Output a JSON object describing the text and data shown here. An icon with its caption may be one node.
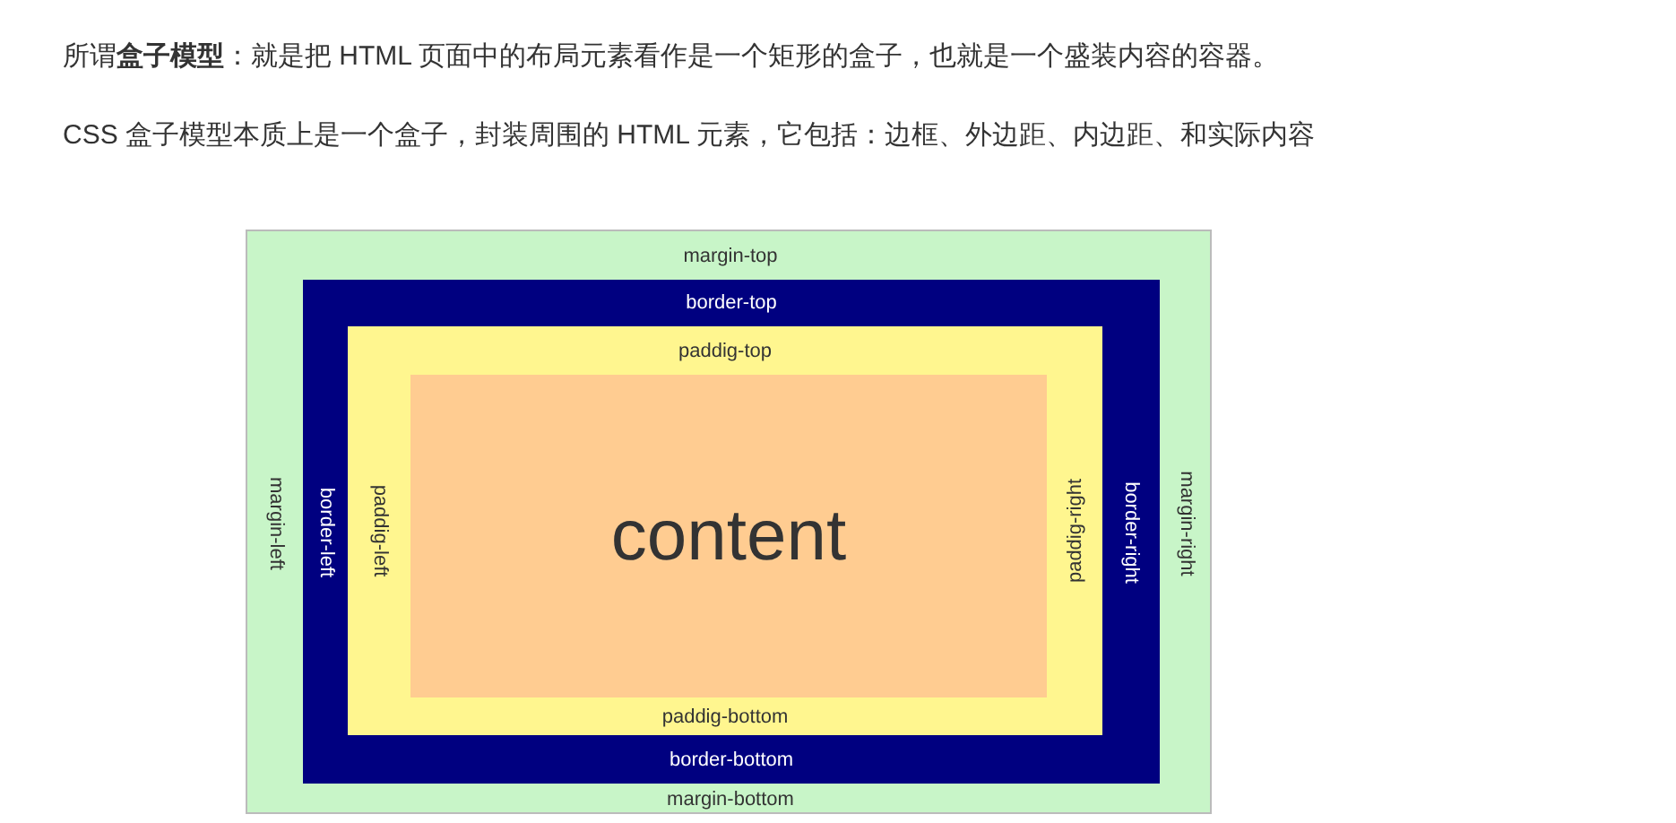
{
  "diagram": {
    "nodes": [
      {
        "text": [
          "margin-top",
          "margin-left",
          "margin-right",
          "margin-bottom"
        ]
      },
      {
        "text": [
          "border-top",
          "border-left",
          "border-right",
          "border-bottom"
        ],
        "in": 0
      },
      {
        "text": [
          "paddig-top",
          "paddig-left",
          "paddig-right",
          "paddig-bottom"
        ],
        "in": 1
      },
      {
        "text": [
          "content"
        ],
        "in": 2
      }
    ],
    "labels": [
      "所谓**盒子模型**：就是把 HTML 页面中的布局元素看作是一个矩形的盒子，也就是一个盛装内容的容器。",
      "CSS 盒子模型本质上是一个盒子，封装周围的 HTML 元素，它包括：边框、外边距、内边距、和实际内容"
    ]
  }
}
